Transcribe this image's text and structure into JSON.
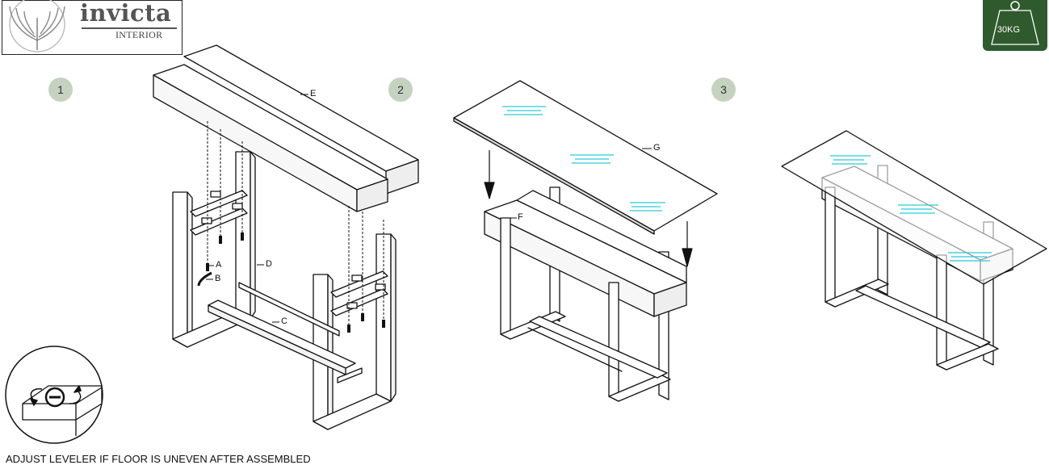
{
  "brand": {
    "name": "invicta",
    "sub": "INTERIOR"
  },
  "weight_limit": "30KG",
  "steps": [
    "1",
    "2",
    "3"
  ],
  "part_labels": {
    "A": "A",
    "B": "B",
    "C": "C",
    "D": "D",
    "E": "E",
    "F": "F",
    "G": "G"
  },
  "caption": "ADJUST LEVELER IF FLOOR IS UNEVEN AFTER ASSEMBLED",
  "colors": {
    "step_badge": "#c5d2c0",
    "weight_badge": "#2f5a2d",
    "glass_mark": "#2bc9d6",
    "line": "#111111"
  },
  "icons": [
    "wing-logo-icon",
    "weight-icon",
    "rotate-arrows-icon",
    "leveler-icon",
    "arrow-down-icon"
  ]
}
